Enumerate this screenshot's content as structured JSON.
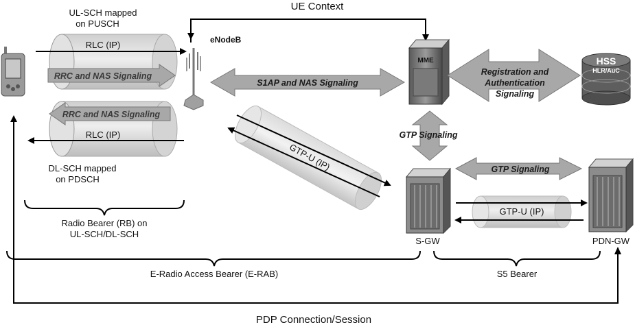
{
  "title": "UE Context",
  "bottom_label": "PDP Connection/Session",
  "labels": {
    "ul_sch": [
      "UL-SCH mapped",
      "on PUSCH"
    ],
    "dl_sch": [
      "DL-SCH mapped",
      "on PDSCH"
    ],
    "enodeb": "eNodeB",
    "rlc_ul": "RLC (IP)",
    "rlc_dl": "RLC (IP)",
    "rrc_ul": "RRC and NAS Signaling",
    "rrc_dl": "RRC and NAS Signaling",
    "s1ap": "S1AP and NAS Signaling",
    "gtpu_s1": "GTP-U (IP)",
    "gtpu_s5": "GTP-U (IP)",
    "gtp_sig_v": "GTP Signaling",
    "gtp_sig_h": "GTP Signaling",
    "reg_auth": [
      "Registration and",
      "Authentication",
      "Signaling"
    ],
    "mme": "MME",
    "hss": "HSS",
    "hss_sub": "HLR/AuC",
    "sgw": "S-GW",
    "pdngw": "PDN-GW",
    "radio_bearer": [
      "Radio Bearer (RB) on",
      "UL-SCH/DL-SCH"
    ],
    "erab": "E-Radio Access Bearer (E-RAB)",
    "s5_bearer": "S5 Bearer"
  },
  "colors": {
    "tube": "#d9d9d9",
    "arrow_fill": "#a8a8a8",
    "device": "#8a8a8a",
    "line": "#000000"
  },
  "icons": [
    "mobile-phone-icon",
    "antenna-tower-icon",
    "mme-server-icon",
    "hss-database-icon",
    "sgw-server-icon",
    "pdngw-server-icon"
  ]
}
